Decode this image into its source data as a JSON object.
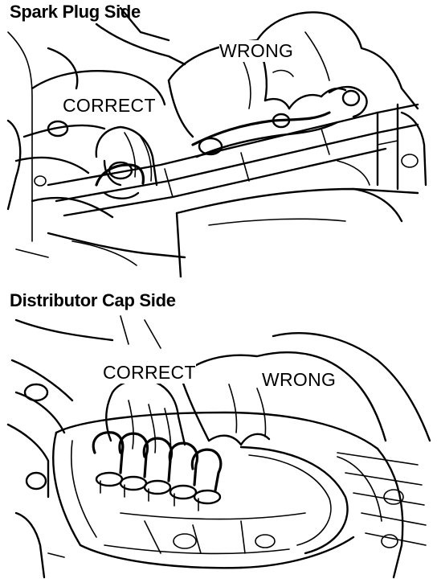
{
  "figure": {
    "top": {
      "title": "Spark Plug Side",
      "correct_label": "CORRECT",
      "wrong_label": "WRONG"
    },
    "bottom": {
      "title": "Distributor Cap Side",
      "correct_label": "CORRECT",
      "wrong_label": "WRONG"
    }
  }
}
